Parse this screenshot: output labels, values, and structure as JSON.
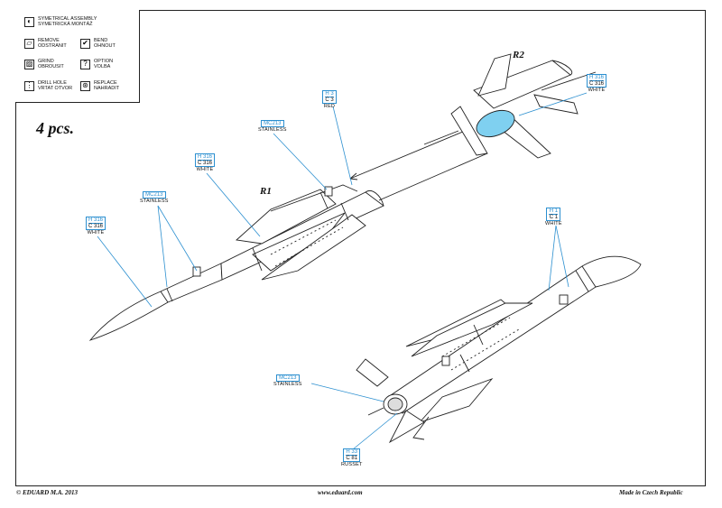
{
  "legend": {
    "items": [
      {
        "icon": "symmetrical-assembly-icon",
        "label": "SYMETRICAL ASSEMBLY\nSYMETRICKÁ MONTÁŽ"
      },
      {
        "icon": "remove-icon",
        "label": "REMOVE\nODSTRANIT"
      },
      {
        "icon": "bend-icon",
        "label": "BEND\nOHNOUT"
      },
      {
        "icon": "grind-icon",
        "label": "GRIND\nOBROUSIT"
      },
      {
        "icon": "option-icon",
        "label": "OPTION\nVOLBA"
      },
      {
        "icon": "drill-hole-icon",
        "label": "DRILL HOLE\nVRTAT OTVOR"
      },
      {
        "icon": "replace-icon",
        "label": "REPLACE\nNAHRADIT"
      }
    ]
  },
  "quantity": "4 pcs.",
  "labels": {
    "r1": "R1",
    "r2": "R2"
  },
  "callouts": [
    {
      "top": "H 316",
      "bottom": "C 316",
      "text": "WHITE"
    },
    {
      "top": "H 3",
      "bottom": "C 3",
      "text": "RED"
    },
    {
      "top": "MC213",
      "bottom": "",
      "text": "STAINLESS"
    },
    {
      "top": "H 316",
      "bottom": "C 316",
      "text": "WHITE"
    },
    {
      "top": "MC213",
      "bottom": "",
      "text": "STAINLESS"
    },
    {
      "top": "H 316",
      "bottom": "C 316",
      "text": "WHITE"
    },
    {
      "top": "H 1",
      "bottom": "C 1",
      "text": "WHITE"
    },
    {
      "top": "MC213",
      "bottom": "",
      "text": "STAINLESS"
    },
    {
      "top": "H 33",
      "bottom": "C 81",
      "text": "RUSSET"
    }
  ],
  "colors": {
    "accent": "#2b8fd0",
    "ink": "#222222",
    "lens": "#7fd0f0"
  },
  "footer": {
    "left": "© EDUARD  M.A. 2013",
    "center": "www.eduard.com",
    "right": "Made in Czech Republic"
  }
}
